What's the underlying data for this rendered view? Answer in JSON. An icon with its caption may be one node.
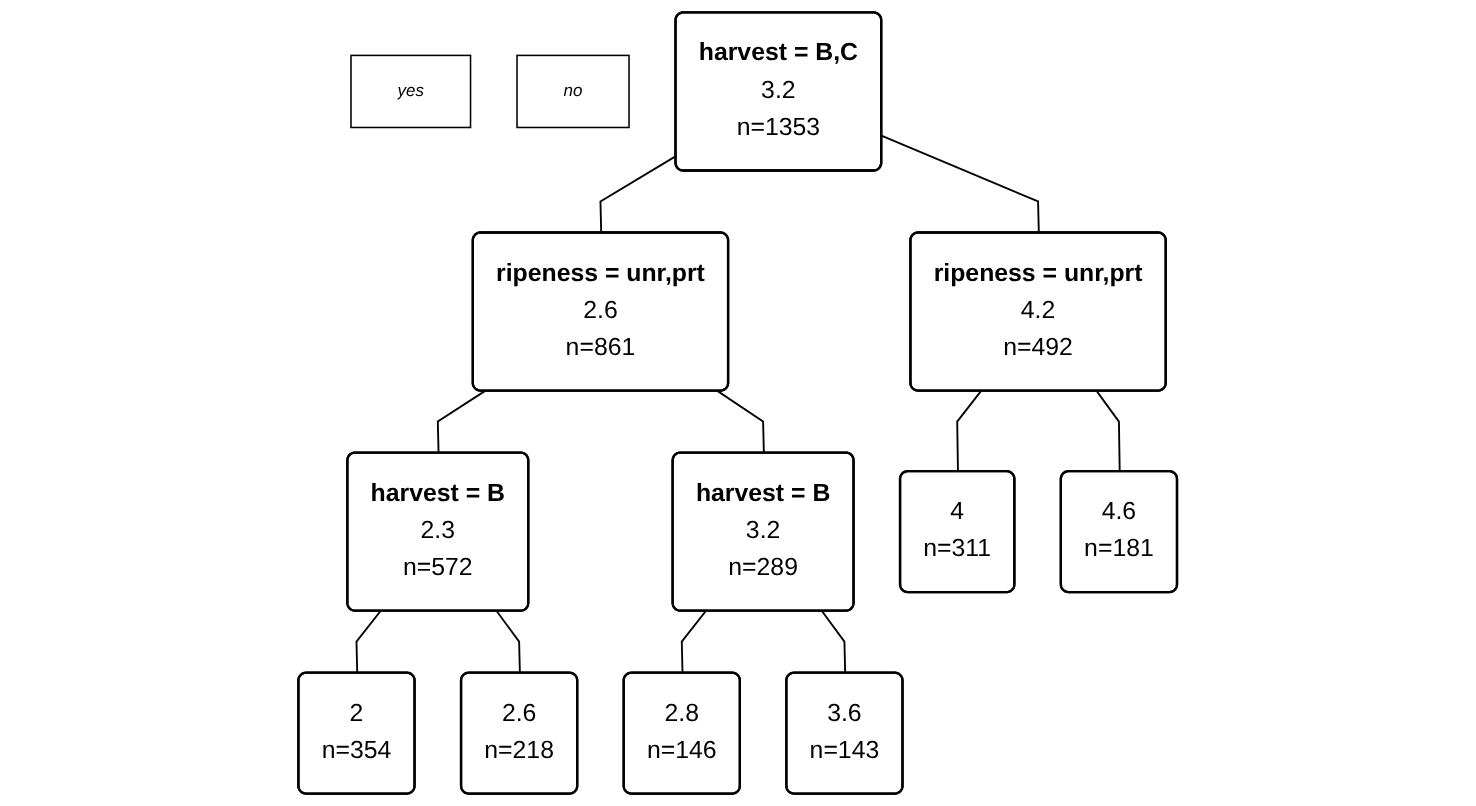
{
  "diagram": {
    "nodes": [
      {
        "text": [
          "yes"
        ]
      },
      {
        "text": [
          "no"
        ]
      },
      {
        "text": [
          "harvest = B,C",
          "3.2",
          "n=1353"
        ]
      },
      {
        "text": [
          "ripeness = unr,prt",
          "2.6",
          "n=861"
        ]
      },
      {
        "text": [
          "ripeness = unr,prt",
          "4.2",
          "n=492"
        ]
      },
      {
        "text": [
          "harvest = B",
          "2.3",
          "n=572"
        ]
      },
      {
        "text": [
          "harvest = B",
          "3.2",
          "n=289"
        ]
      },
      {
        "text": [
          "4",
          "n=311"
        ]
      },
      {
        "text": [
          "4.6",
          "n=181"
        ]
      },
      {
        "text": [
          "2",
          "n=354"
        ]
      },
      {
        "text": [
          "2.6",
          "n=218"
        ]
      },
      {
        "text": [
          "2.8",
          "n=146"
        ]
      },
      {
        "text": [
          "3.6",
          "n=143"
        ]
      }
    ],
    "edges": [
      {
        "from": 2,
        "to": 3,
        "arrow": "none"
      },
      {
        "from": 2,
        "to": 4,
        "arrow": "none"
      },
      {
        "from": 3,
        "to": 5,
        "arrow": "none"
      },
      {
        "from": 3,
        "to": 6,
        "arrow": "none"
      },
      {
        "from": 4,
        "to": 7,
        "arrow": "none"
      },
      {
        "from": 4,
        "to": 8,
        "arrow": "none"
      },
      {
        "from": 5,
        "to": 9,
        "arrow": "none"
      },
      {
        "from": 5,
        "to": 10,
        "arrow": "none"
      },
      {
        "from": 6,
        "to": 11,
        "arrow": "none"
      },
      {
        "from": 6,
        "to": 12,
        "arrow": "none"
      }
    ]
  }
}
